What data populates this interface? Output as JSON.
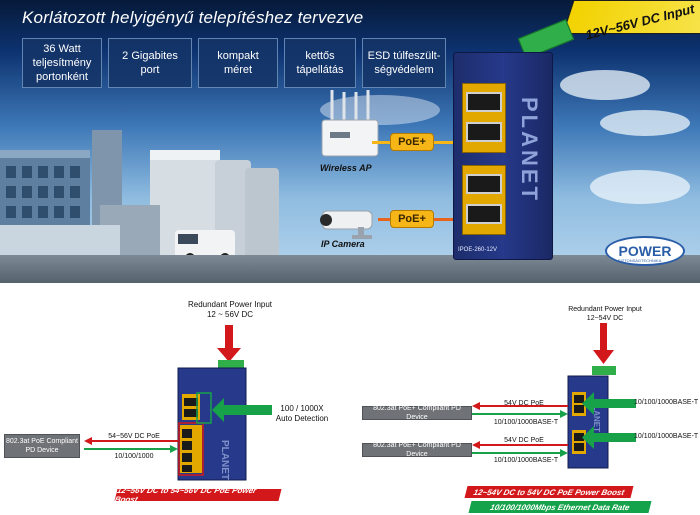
{
  "banner": {
    "title": "Korlátozott helyigényű telepítéshez tervezve",
    "features": [
      "36 Watt teljesítmény portonként",
      "2 Gigabites port",
      "kompakt méret",
      "kettős tápellátás",
      "ESD túlfeszült-ségvédelem"
    ],
    "dc_input": "12V~56V DC Input",
    "poe_tag": "PoE+",
    "wireless_label": "Wireless AP",
    "camera_label": "IP Camera",
    "model": "IPOE-260-12V",
    "brand": "PLANET",
    "power_logo": "POWER",
    "power_logo_sub": "BIZTONSÁGTECHNIKA"
  },
  "left_diagram": {
    "power_input_line1": "Redundant Power Input",
    "power_input_line2": "12 ~ 56V DC",
    "uplink_line1": "100 / 1000X",
    "uplink_line2": "Auto Detection",
    "pd_box": "802.3at PoE Compliant PD Device",
    "poe_label": "54~56V DC PoE",
    "data_label": "10/100/1000",
    "boost_label": "12~56V DC to 54~56V DC PoE Power Boost"
  },
  "right_diagram": {
    "power_input_line1": "Redundant Power Input",
    "power_input_line2": "12~54V DC",
    "pd_box_1": "802.3at PoE+ Compliant PD Device",
    "pd_box_2": "802.3at PoE+ Compliant PD Device",
    "poe_label_1": "54V DC PoE",
    "data_label_1": "10/100/1000BASE-T",
    "poe_label_2": "54V DC PoE",
    "data_label_2": "10/100/1000BASE-T",
    "uplink_1": "10/100/1000BASE-T",
    "uplink_2": "10/100/1000BASE-T",
    "boost_label": "12~54V DC to 54V DC PoE Power Boost",
    "data_rate_label": "10/100/1000Mbps Ethernet Data Rate"
  },
  "colors": {
    "poe_arrow": "#d3181b",
    "data_arrow": "#17a24a",
    "switch_blue": "#26398a",
    "poe_tag": "#f6b617"
  }
}
